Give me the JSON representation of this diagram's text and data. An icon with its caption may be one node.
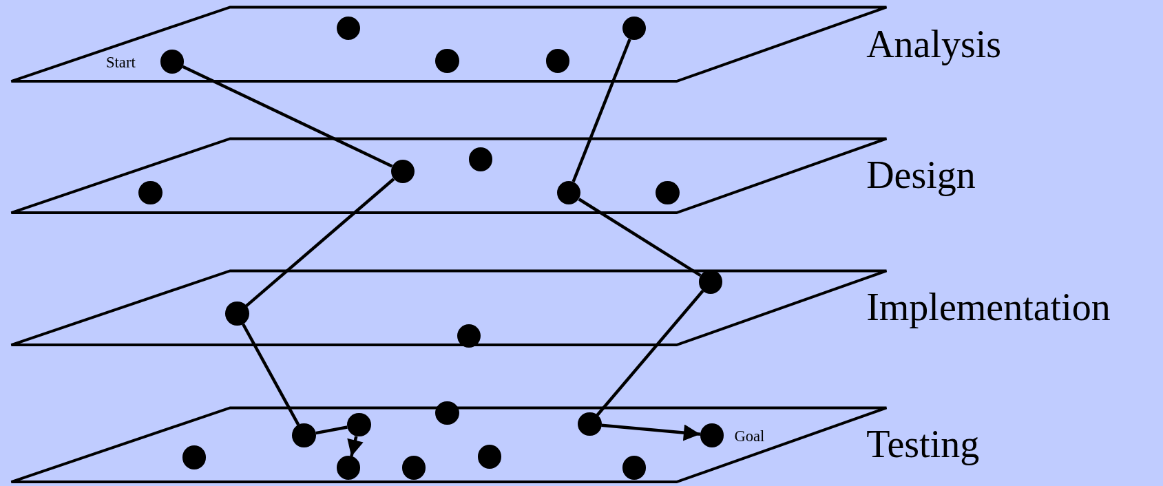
{
  "diagram": {
    "nodes": [
      {
        "text": [
          "Analysis"
        ]
      },
      {
        "text": [],
        "shape": "circle",
        "in": 0,
        "beside": [
          "Start"
        ]
      },
      {
        "text": [],
        "shape": "circle",
        "in": 0
      },
      {
        "text": [],
        "shape": "circle",
        "in": 0
      },
      {
        "text": [],
        "shape": "circle",
        "in": 0
      },
      {
        "text": [],
        "shape": "circle",
        "in": 0
      },
      {
        "text": [
          "Design"
        ]
      },
      {
        "text": [],
        "shape": "circle",
        "in": 6
      },
      {
        "text": [],
        "shape": "circle",
        "in": 6
      },
      {
        "text": [],
        "shape": "circle",
        "in": 6
      },
      {
        "text": [],
        "shape": "circle",
        "in": 6
      },
      {
        "text": [],
        "shape": "circle",
        "in": 6
      },
      {
        "text": [
          "Implementation"
        ]
      },
      {
        "text": [],
        "shape": "circle",
        "in": 12
      },
      {
        "text": [],
        "shape": "circle",
        "in": 12
      },
      {
        "text": [],
        "shape": "circle",
        "in": 12
      },
      {
        "text": [
          "Testing"
        ]
      },
      {
        "text": [],
        "shape": "circle",
        "in": 16
      },
      {
        "text": [],
        "shape": "circle",
        "in": 16
      },
      {
        "text": [],
        "shape": "circle",
        "in": 16
      },
      {
        "text": [],
        "shape": "circle",
        "in": 16
      },
      {
        "text": [],
        "shape": "circle",
        "in": 16
      },
      {
        "text": [],
        "shape": "circle",
        "in": 16
      },
      {
        "text": [],
        "shape": "circle",
        "in": 16
      },
      {
        "text": [],
        "shape": "circle",
        "in": 16
      },
      {
        "text": [],
        "shape": "circle",
        "in": 16
      },
      {
        "text": [],
        "shape": "circle",
        "in": 16,
        "beside": [
          "Goal"
        ]
      }
    ],
    "edges": [
      {
        "from": 1,
        "to": 8,
        "arrow": "none"
      },
      {
        "from": 8,
        "to": 13,
        "arrow": "none"
      },
      {
        "from": 13,
        "to": 18,
        "arrow": "none"
      },
      {
        "from": 18,
        "to": 20,
        "arrow": "none"
      },
      {
        "from": 20,
        "to": 19,
        "arrow": "to"
      },
      {
        "from": 5,
        "to": 10,
        "arrow": "none"
      },
      {
        "from": 10,
        "to": 15,
        "arrow": "none"
      },
      {
        "from": 15,
        "to": 24,
        "arrow": "none"
      },
      {
        "from": 24,
        "to": 26,
        "arrow": "to"
      }
    ]
  }
}
